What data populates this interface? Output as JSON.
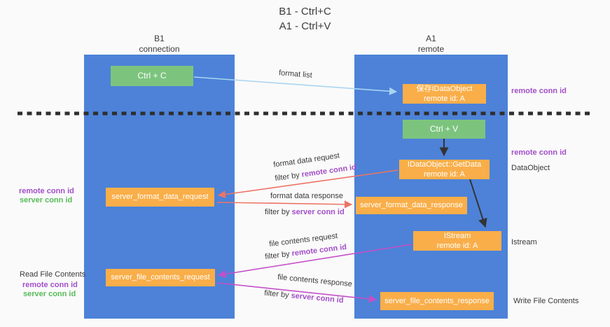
{
  "title": {
    "line1": "B1 - Ctrl+C",
    "line2": "A1 - Ctrl+V"
  },
  "lanes": {
    "left": {
      "title": "B1",
      "subtitle": "connection"
    },
    "right": {
      "title": "A1",
      "subtitle": "remote"
    }
  },
  "nodes": {
    "ctrl_c": {
      "label": "Ctrl + C"
    },
    "ctrl_v": {
      "label": "Ctrl + V"
    },
    "save_idataobject": {
      "line1": "保存IDataObject",
      "line2": "remote id: A"
    },
    "getdata": {
      "line1": "IDataObject::GetData",
      "line2": "remote id: A"
    },
    "istream": {
      "line1": "IStream",
      "line2": "remote id: A"
    },
    "format_request": {
      "label": "server_format_data_request"
    },
    "format_response": {
      "label": "server_format_data_response"
    },
    "file_request": {
      "label": "server_file_contents_request"
    },
    "file_response": {
      "label": "server_file_contents_response"
    }
  },
  "arrows": {
    "format_list": {
      "label": "format list"
    },
    "format_data_request": {
      "label": "format data request",
      "filter_prefix": "filter by ",
      "filter_key": "remote conn id"
    },
    "format_data_response": {
      "label": "format data response",
      "filter_prefix": "filter by ",
      "filter_key": "server conn id"
    },
    "file_contents_request": {
      "label": "file contents request",
      "filter_prefix": "filter by ",
      "filter_key": "remote conn id"
    },
    "file_contents_response": {
      "label": "file contents response",
      "filter_prefix": "filter by ",
      "filter_key": "server conn id"
    }
  },
  "margin_labels": {
    "right_top_remote": "remote conn id",
    "right_mid_remote": "remote conn id",
    "right_dataobject": "DataObject",
    "right_istream": "Istream",
    "right_write": "Write File Contents",
    "left_remote1": "remote conn id",
    "left_server1": "server conn id",
    "left_read": "Read File Contents",
    "left_remote2": "remote conn id",
    "left_server2": "server conn id"
  },
  "colors": {
    "background": "#fafafa",
    "lane_blue": "#4d82d8",
    "node_orange": "#f9ae49",
    "node_green": "#7cc47e",
    "arrow_lightblue": "#a9d5f2",
    "arrow_red": "#ec7466",
    "arrow_magenta": "#c44fc9",
    "arrow_black": "#333333",
    "text_purple": "#a24fc8",
    "text_green": "#56bb58",
    "text_dark": "#3a3a3a"
  }
}
